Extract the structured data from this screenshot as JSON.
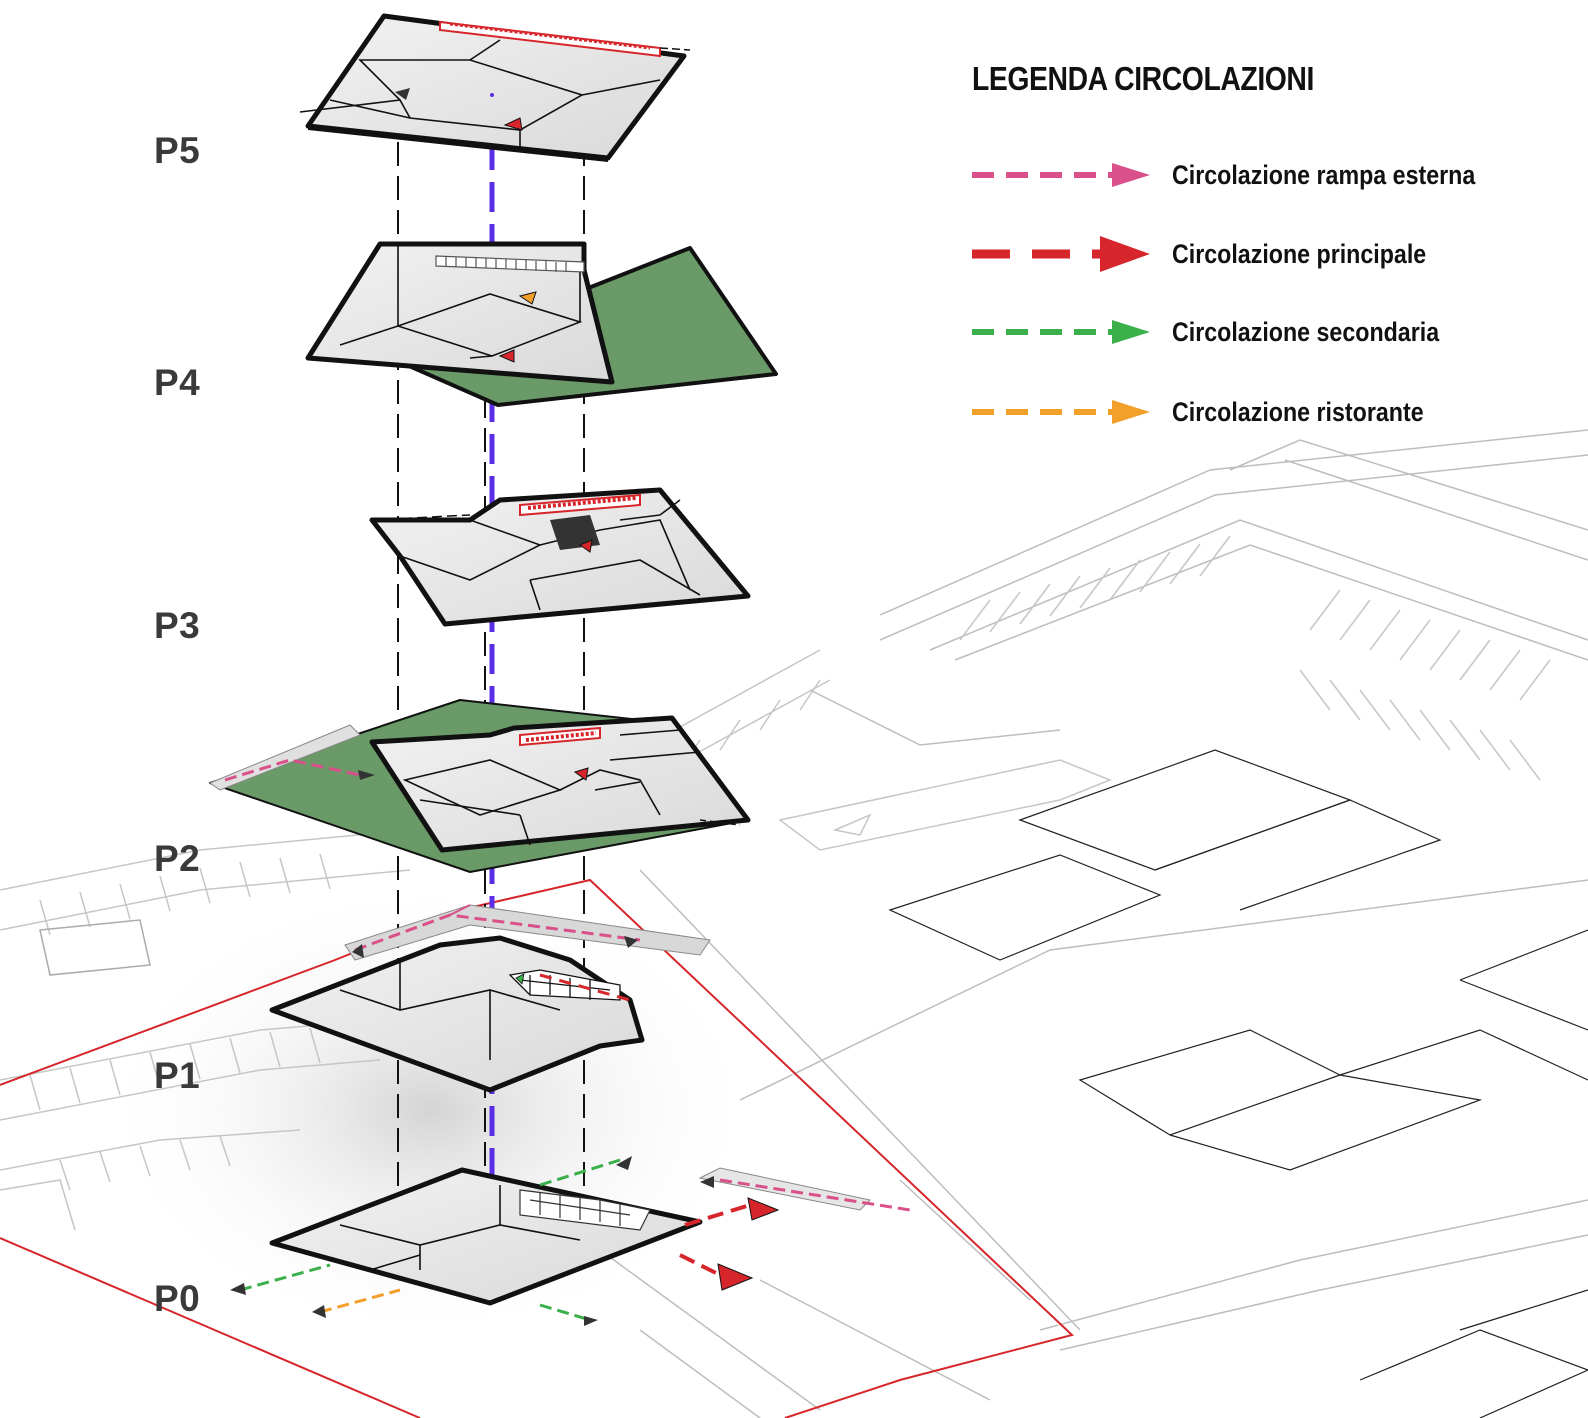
{
  "levels": [
    "P5",
    "P4",
    "P3",
    "P2",
    "P1",
    "P0"
  ],
  "legend": {
    "title": "LEGENDA CIRCOLAZIONI",
    "items": [
      {
        "label": "Circolazione rampa esterna",
        "color": "#d9508a",
        "style": "short-dash"
      },
      {
        "label": "Circolazione principale",
        "color": "#d6262b",
        "style": "long-dash"
      },
      {
        "label": "Circolazione secondaria",
        "color": "#3bb04a",
        "style": "short-dash"
      },
      {
        "label": "Circolazione ristorante",
        "color": "#f2a02a",
        "style": "short-dash"
      }
    ]
  },
  "colors": {
    "floor_fill": "#e4e4e4",
    "green_roof": "#6a9a67",
    "vertical_core": "#5a2ee6",
    "site_boundary": "#d6262b",
    "context_lines": "#b8b8b8"
  }
}
